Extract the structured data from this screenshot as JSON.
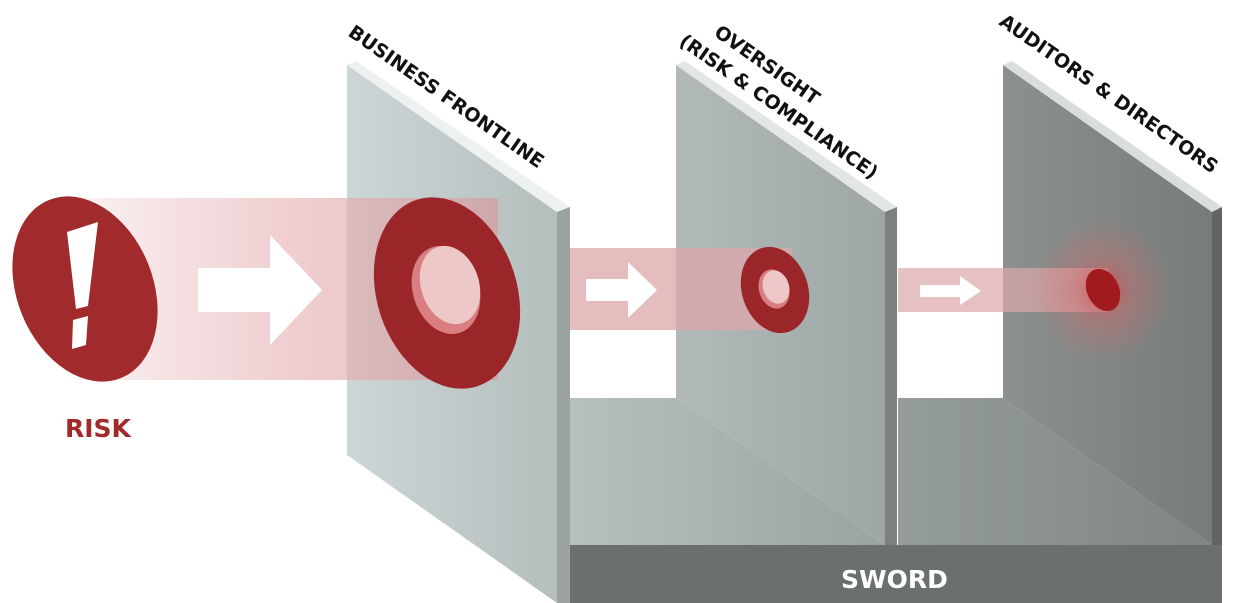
{
  "labels": {
    "risk": "RISK",
    "wall1": "BUSINESS FRONTLINE",
    "wall2_line1": "OVERSIGHT",
    "wall2_line2": "(RISK & COMPLIANCE)",
    "wall3": "AUDITORS & DIRECTORS",
    "base": "SWORD"
  },
  "icons": {
    "risk_token": "exclamation-icon",
    "arrows": "right-arrow-icon"
  },
  "colors": {
    "risk_red": "#a02a2c",
    "beam_pink": "#e7b9bb",
    "wall_light": "#bfcaca",
    "wall_mid": "#a3acab",
    "wall_dark": "#7b8281",
    "base_top": "#a9b1b0",
    "base_front": "#6a706f"
  }
}
